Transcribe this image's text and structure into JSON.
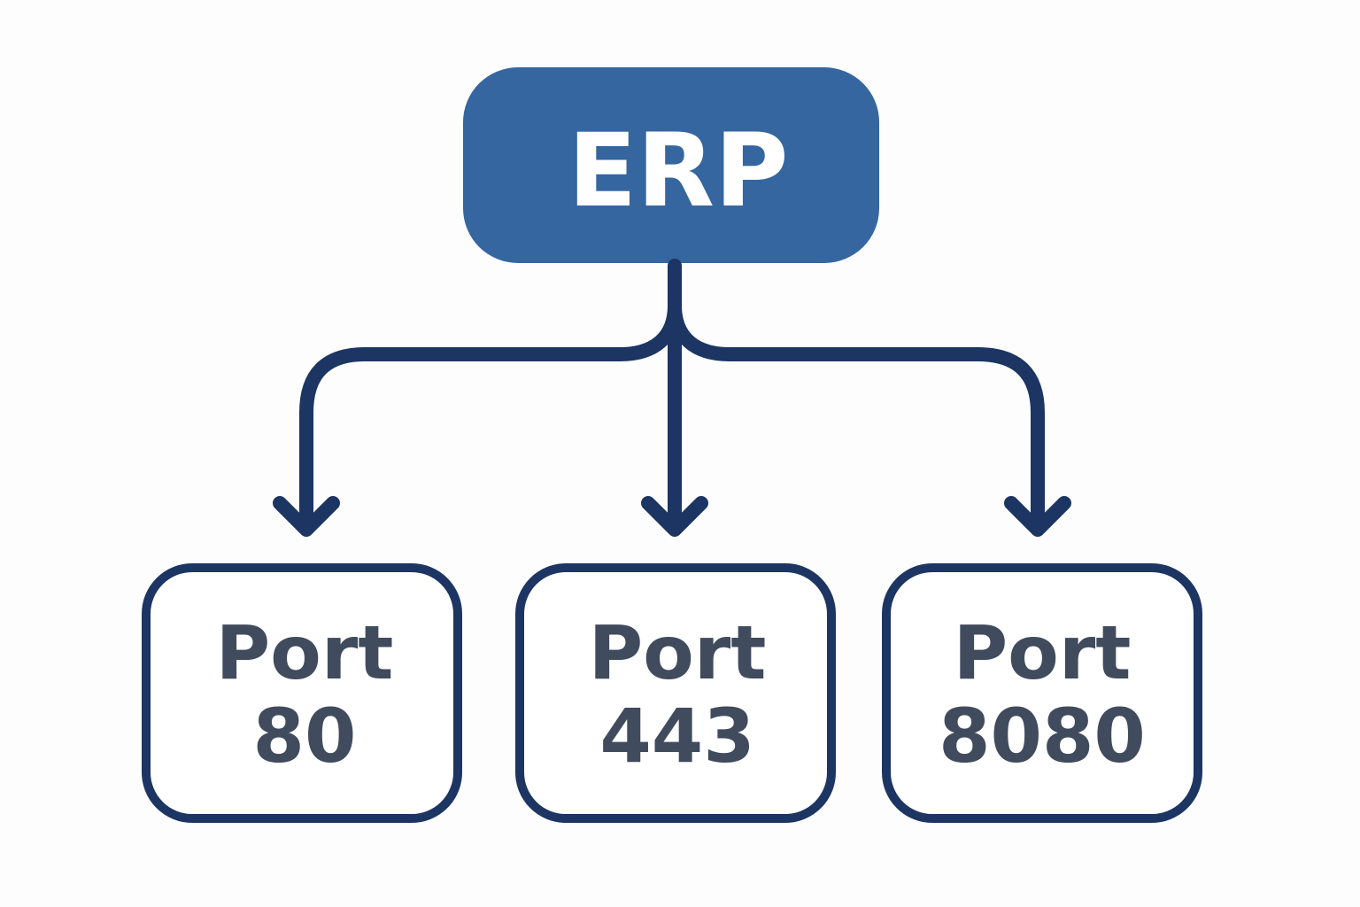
{
  "colors": {
    "background": "#FDFDFE",
    "root_fill": "#3566A0",
    "root_text": "#FFFFFF",
    "line": "#1C3562",
    "port_text": "#414B5E",
    "port_fill": "#FFFFFF"
  },
  "root": {
    "label": "ERP"
  },
  "ports": [
    {
      "line1": "Port",
      "line2": "80"
    },
    {
      "line1": "Port",
      "line2": "443"
    },
    {
      "line1": "Port",
      "line2": "8080"
    }
  ]
}
